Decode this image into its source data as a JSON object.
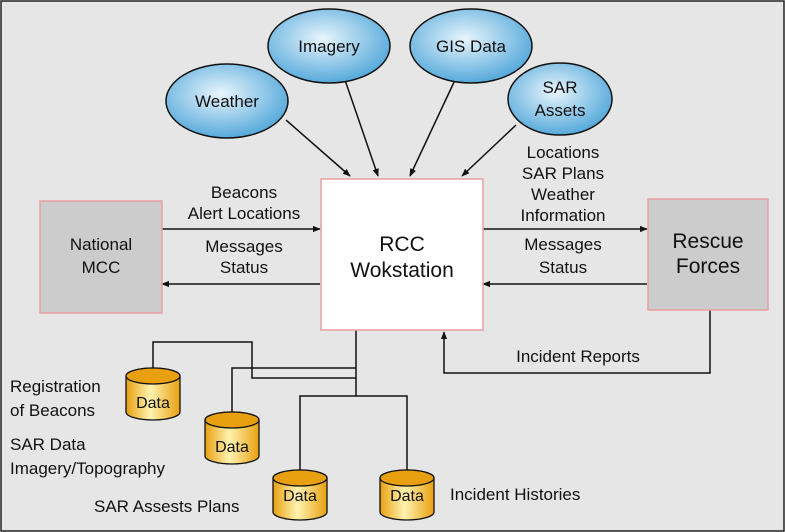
{
  "colors": {
    "background": "#e6e6e6",
    "frame": "#222222",
    "box_fill": "#cccccc",
    "box_border": "#e8a0a0",
    "center_fill": "#ffffff",
    "ellipse_fill_light": "#e8f5fc",
    "ellipse_fill_dark": "#4aa3d8",
    "cylinder_fill_light": "#fff3b0",
    "cylinder_fill_dark": "#e8a010",
    "line": "#111111"
  },
  "inputs": {
    "weather": "Weather",
    "imagery": "Imagery",
    "gis_data": "GIS Data",
    "sar_assets_line1": "SAR",
    "sar_assets_line2": "Assets"
  },
  "center": {
    "line1": "RCC",
    "line2": "Wokstation"
  },
  "national_mcc": {
    "line1": "National",
    "line2": "MCC"
  },
  "rescue_forces": {
    "line1": "Rescue",
    "line2": "Forces"
  },
  "flows": {
    "to_rcc_from_mcc": [
      "Beacons",
      "Alert Locations"
    ],
    "to_mcc": [
      "Messages",
      "Status"
    ],
    "to_rescue": [
      "Locations",
      "SAR Plans",
      "Weather",
      "Information"
    ],
    "from_rescue": [
      "Messages",
      "Status"
    ],
    "incident_reports": "Incident Reports"
  },
  "databases": {
    "cylinder_label": "Data",
    "registration": [
      "Registration",
      "of Beacons"
    ],
    "sar_data": [
      "SAR Data",
      "Imagery/Topography"
    ],
    "sar_assets_plans": "SAR Assests Plans",
    "incident_histories": "Incident Histories"
  }
}
